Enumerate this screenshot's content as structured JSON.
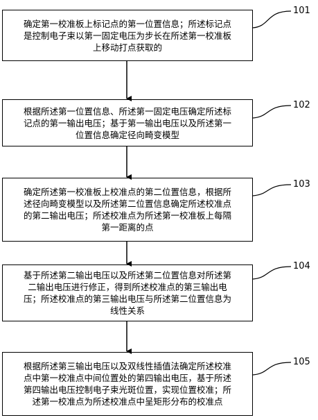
{
  "steps": [
    {
      "id": "101",
      "text": "确定第一校准板上标记点的第一位置信息；所述标记点\n是控制电子束以第一固定电压为步长在所述第一校准板\n上移动打点获取的"
    },
    {
      "id": "102",
      "text": "根据所述第一位置信息、所述第一固定电压确定所述标\n记点的第一输出电压；基于第一输出电压以及所述第一\n位置信息确定径向畸变模型"
    },
    {
      "id": "103",
      "text": "确定所述第一校准板上校准点的第二位置信息，根据所\n述径向畸变模型以及所述第二位置信息确定所述校准点\n的第二输出电压；所述校准点为所述第一校准板上每隔\n第一距离的点"
    },
    {
      "id": "104",
      "text": "基于所述第二输出电压以及所述第二位置信息对所述第\n二输出电压进行修正，得到所述校准点的第三输出电\n压；所述校准点的第三输出电压与所述第二位置信息为\n线性关系"
    },
    {
      "id": "105",
      "text": "根据所述第三输出电压以及双线性插值法确定所述校准\n点中第一校准点中间位置处的第四输出电压，基于所述\n第四输出电压控制电子束光斑位置，实现位置校准；所\n述第一校准点为所述校准点中呈矩形分布的校准点"
    }
  ]
}
